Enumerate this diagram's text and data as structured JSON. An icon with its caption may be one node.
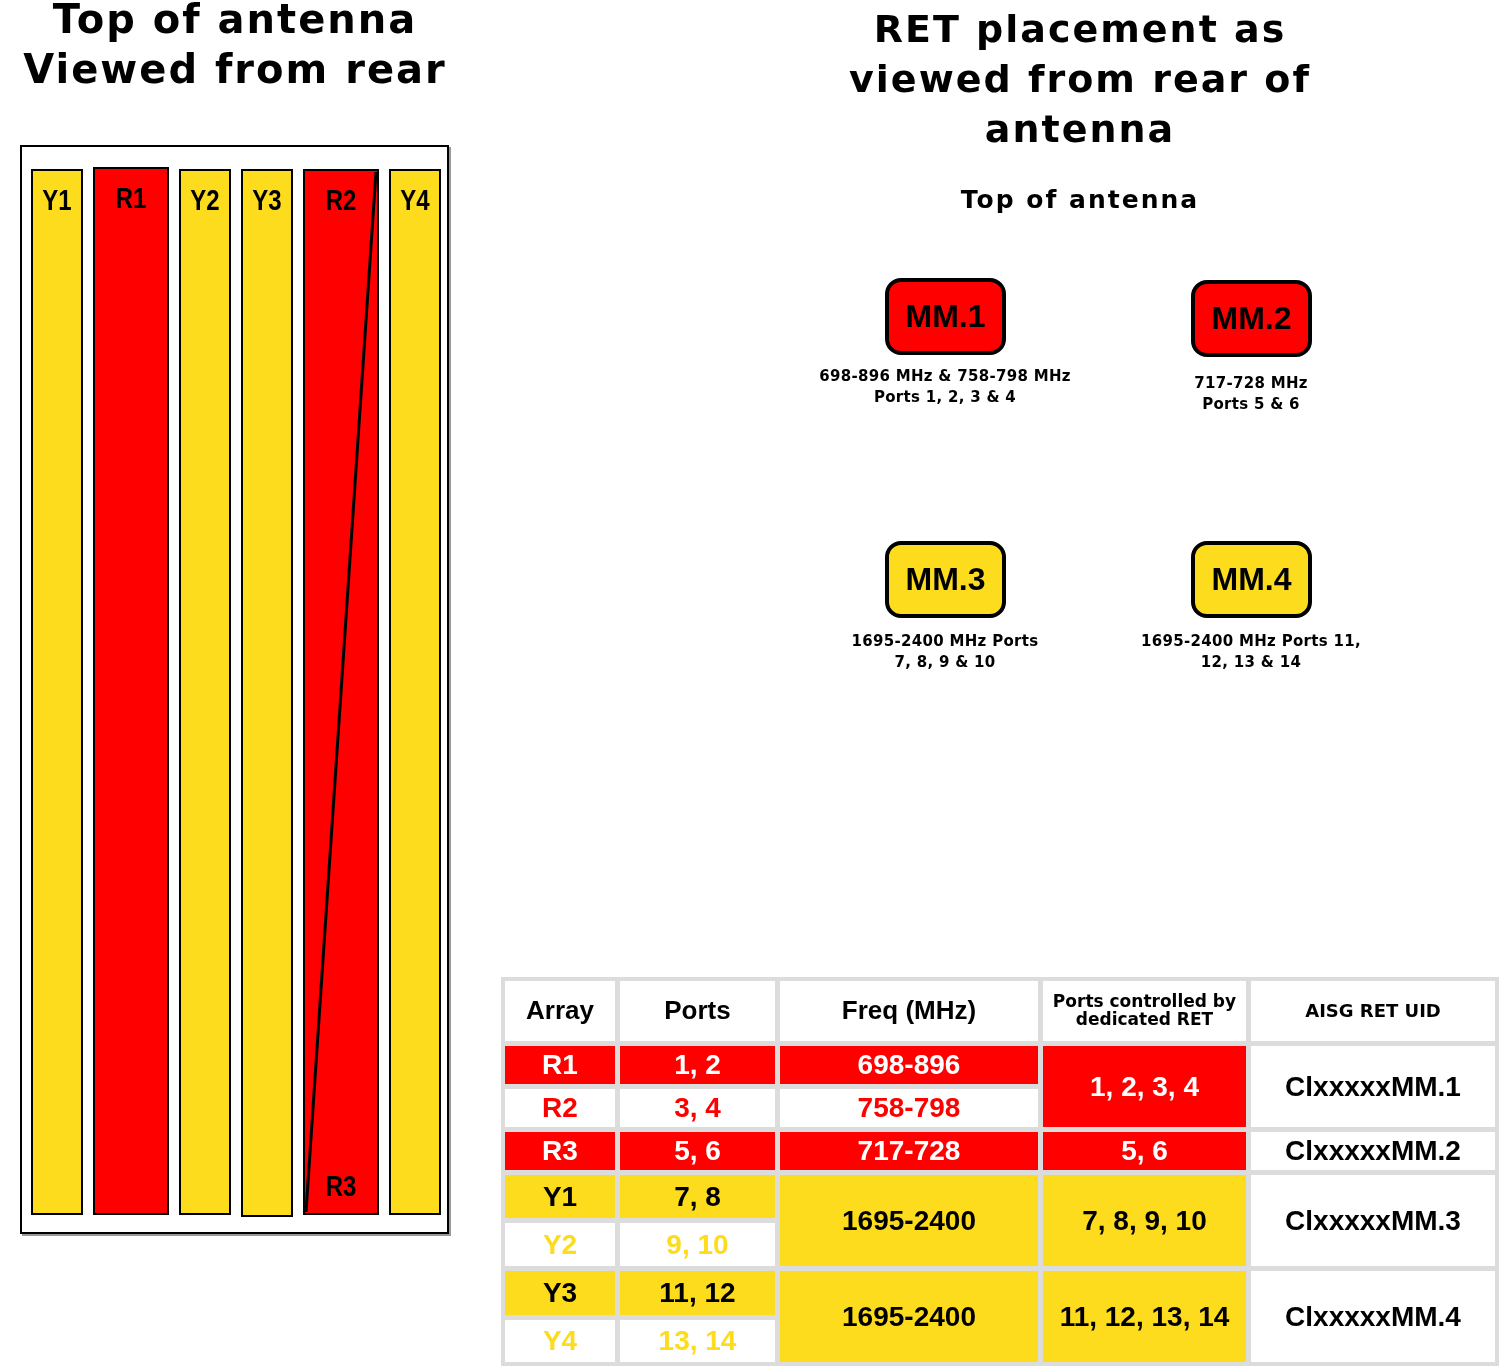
{
  "diagram": {
    "nodes": [
      {
        "text": [],
        "shape": "box"
      },
      {
        "text": [
          "Y1"
        ],
        "in": 0
      },
      {
        "text": [
          "R1"
        ],
        "in": 0
      },
      {
        "text": [
          "Y2"
        ],
        "in": 0
      },
      {
        "text": [
          "Y3"
        ],
        "in": 0
      },
      {
        "text": [
          "R2"
        ],
        "in": 0
      },
      {
        "text": [
          "R3"
        ],
        "in": 5
      },
      {
        "text": [
          "Y4"
        ],
        "in": 0
      },
      {
        "text": [
          "MM.1"
        ],
        "beside": [
          "698-896 MHz & 758-798 MHz Ports 1, 2, 3 & 4"
        ]
      },
      {
        "text": [
          "MM.2"
        ],
        "beside": [
          "717-728 MHz Ports  5 & 6"
        ]
      },
      {
        "text": [
          "MM.3"
        ],
        "beside": [
          "1695-2400 MHz Ports 7, 8, 9 & 10"
        ]
      },
      {
        "text": [
          "MM.4"
        ],
        "beside": [
          "1695-2400 MHz Ports 11, 12, 13 & 14"
        ]
      }
    ],
    "labels": [
      "Top of antenna Viewed from rear",
      "RET placement as viewed from rear of antenna",
      "Top of antenna",
      "Array",
      "Ports",
      "Freq (MHz)",
      "Ports controlled by dedicated RET",
      "AISG RET UID",
      "R1",
      "1, 2",
      "698-896",
      "1, 2, 3, 4",
      "ClxxxxxMM.1",
      "R2",
      "3, 4",
      "758-798",
      "R3",
      "5, 6",
      "717-728",
      "5, 6",
      "ClxxxxxMM.2",
      "Y1",
      "7, 8",
      "1695-2400",
      "7, 8, 9, 10",
      "ClxxxxxMM.3",
      "Y2",
      "9, 10",
      "Y3",
      "11, 12",
      "1695-2400",
      "11, 12, 13, 14",
      "ClxxxxxMM.4",
      "Y4",
      "13, 14"
    ]
  }
}
